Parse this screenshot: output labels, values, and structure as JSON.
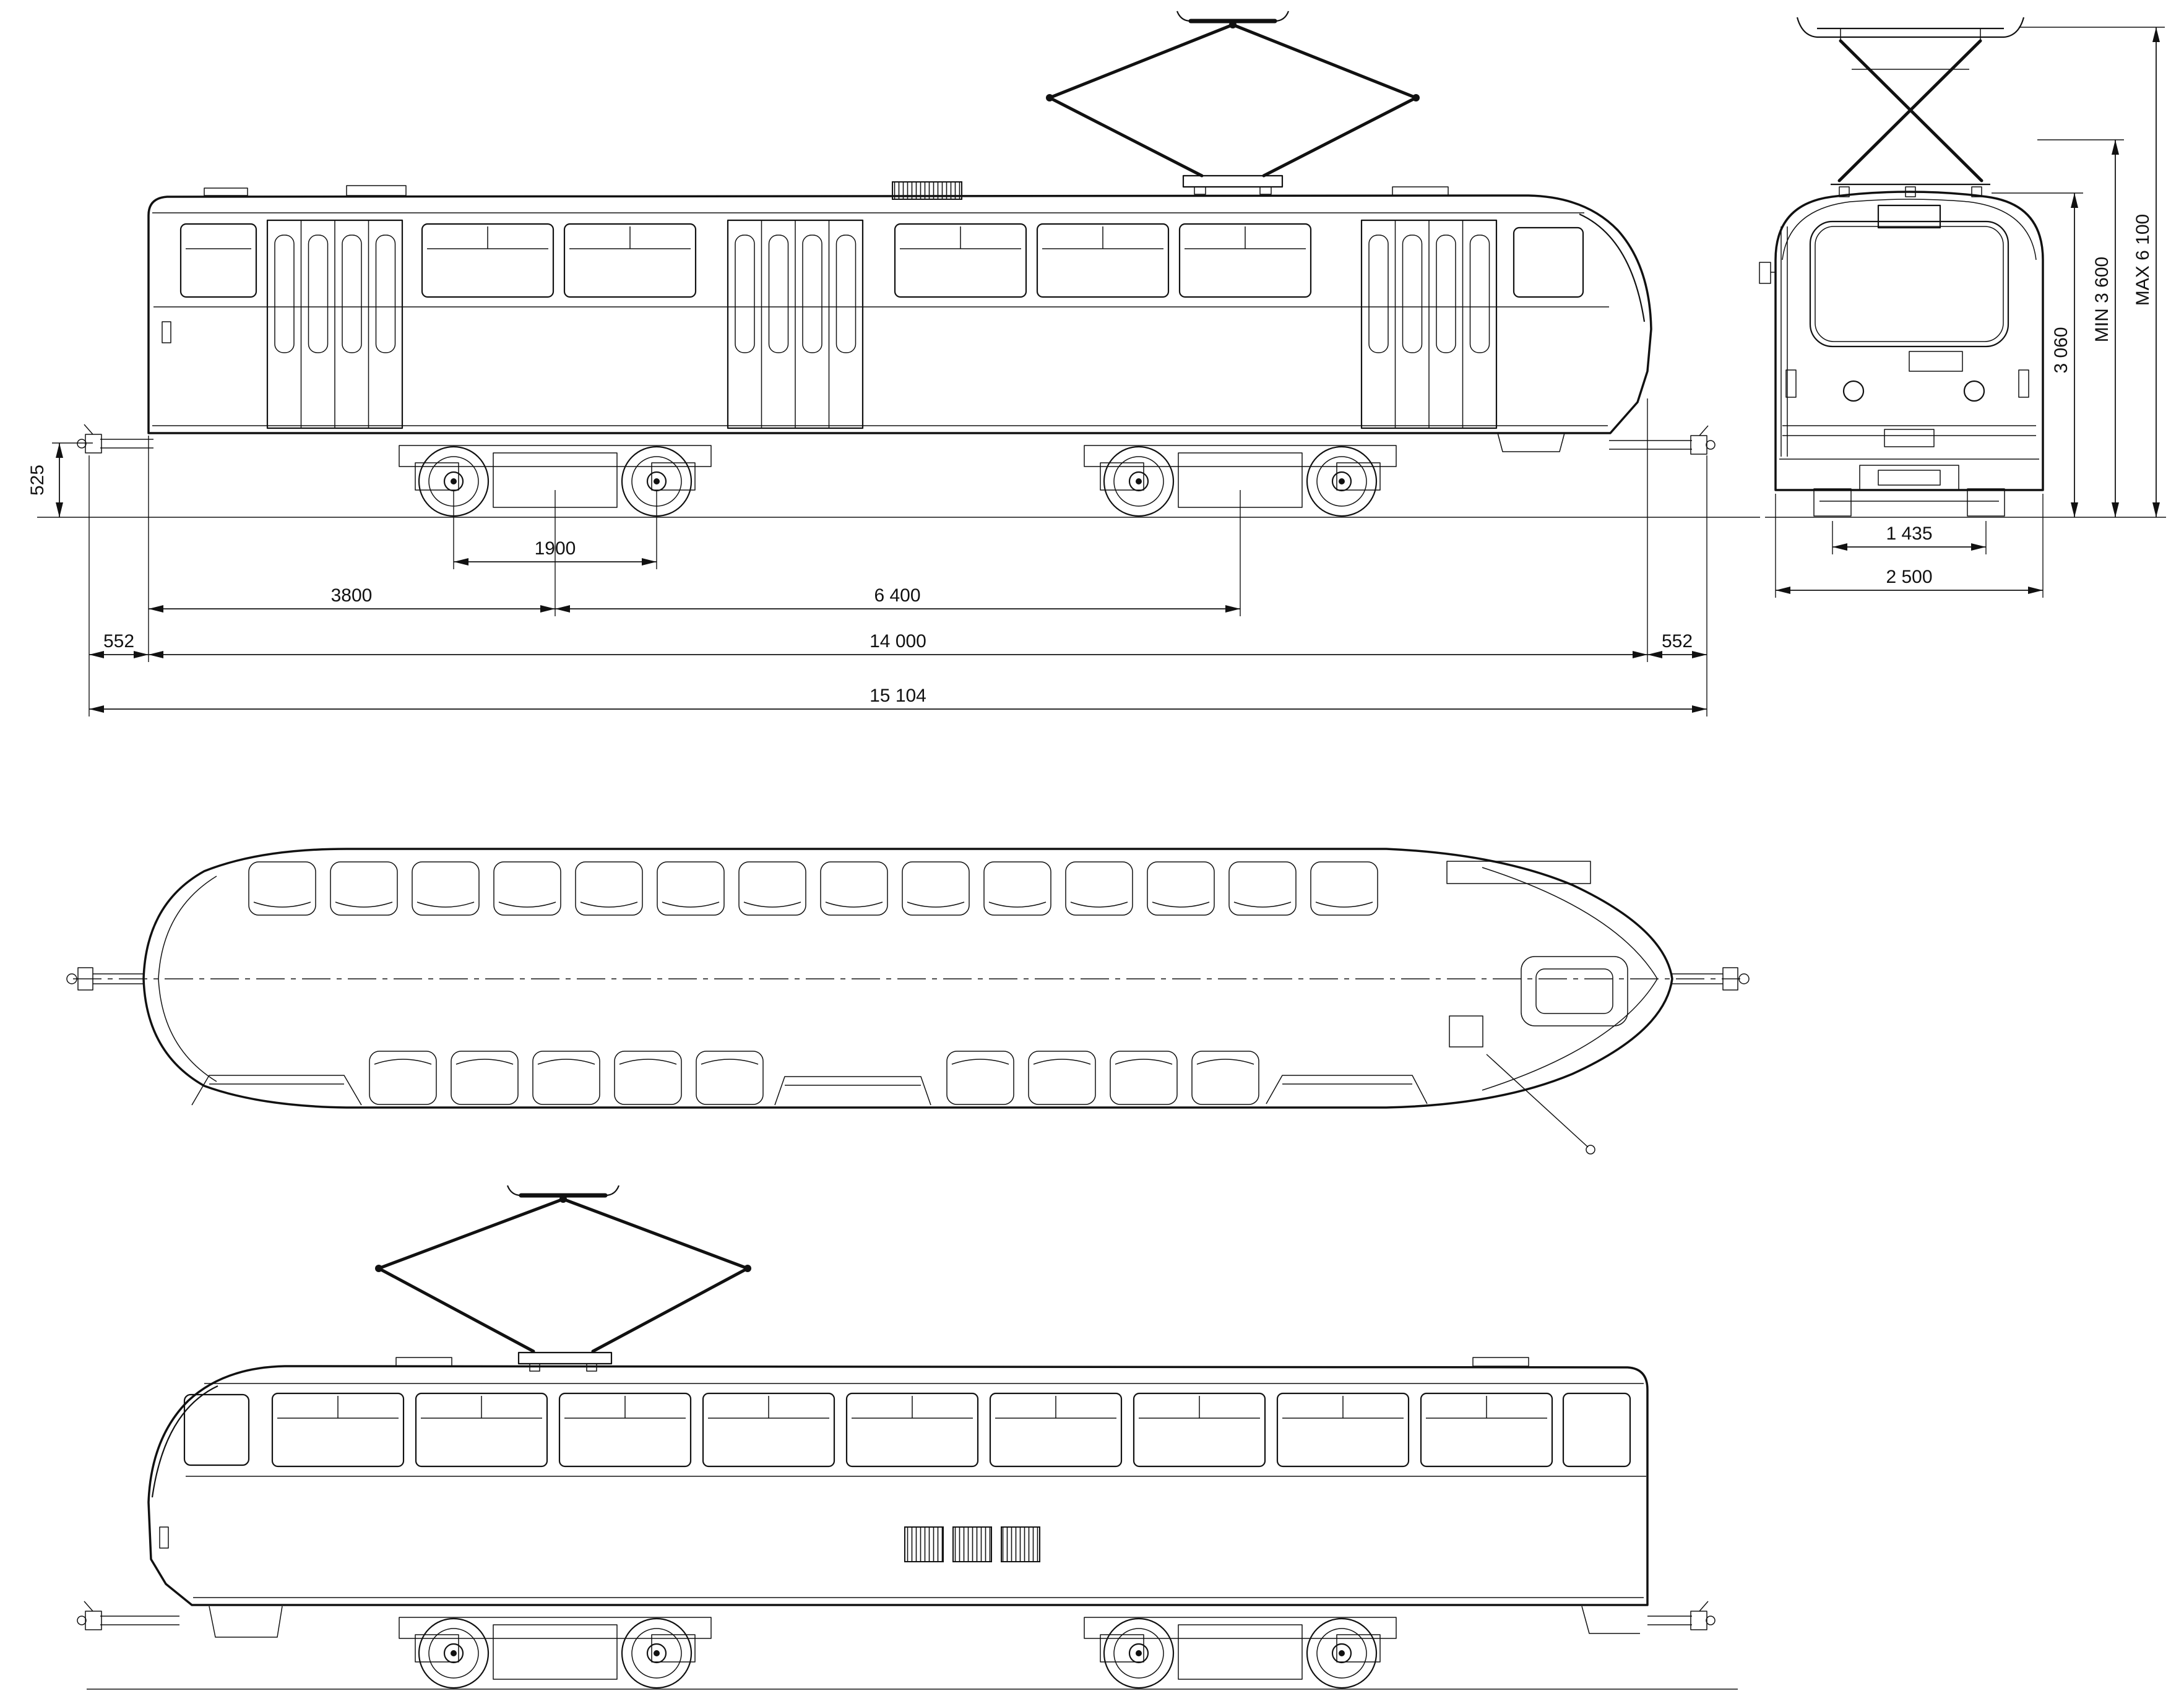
{
  "page": {
    "background": "#ffffff",
    "line_color": "#111111"
  },
  "side_view": {
    "dims": {
      "coupler_height": "525",
      "axle_spacing": "1900",
      "end_to_bogie": "3800",
      "bogie_spacing": "6 400",
      "coupler_left": "552",
      "body_length": "14 000",
      "coupler_right": "552",
      "total_length": "15 104"
    }
  },
  "front_view": {
    "dims": {
      "body_height": "3 060",
      "pantograph_min": "MIN 3 600",
      "pantograph_max": "MAX 6 100",
      "track_gauge": "1 435",
      "body_width": "2 500"
    }
  }
}
